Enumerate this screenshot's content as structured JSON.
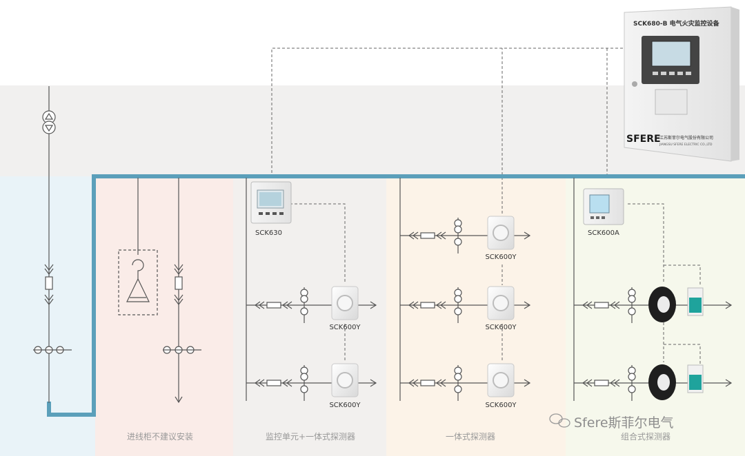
{
  "main_panel": {
    "header_title": "SCK680-B  电气火灾监控设备",
    "brand": "SFERE",
    "company_cn": "江苏斯菲尔电气股份有限公司",
    "company_en": "JIANGSU SFERE ELECTRIC CO.,LTD"
  },
  "sections": [
    {
      "label": "进线柜不建议安装"
    },
    {
      "label": "监控单元+一体式探测器"
    },
    {
      "label": "一体式探测器"
    },
    {
      "label": "组合式探测器"
    }
  ],
  "devices": {
    "monitor_sck630": "SCK630",
    "monitor_sck600a": "SCK600A",
    "detector_s2_r1": "SCK600Y",
    "detector_s2_r2": "SCK600Y",
    "detector_s3_r0": "SCK600Y",
    "detector_s3_r1": "SCK600Y",
    "detector_s3_r2": "SCK600Y"
  },
  "watermark": "Sfere斯菲尔电气",
  "colors": {
    "bus": "#5b9fba",
    "line": "#555555",
    "dash": "#666666",
    "section1_bg": "#e9f3f8",
    "section2_bg": "#faece8",
    "section3_bg": "#f2f0ee",
    "section4_bg": "#fcf3e8",
    "section5_bg": "#f6f8ec"
  }
}
